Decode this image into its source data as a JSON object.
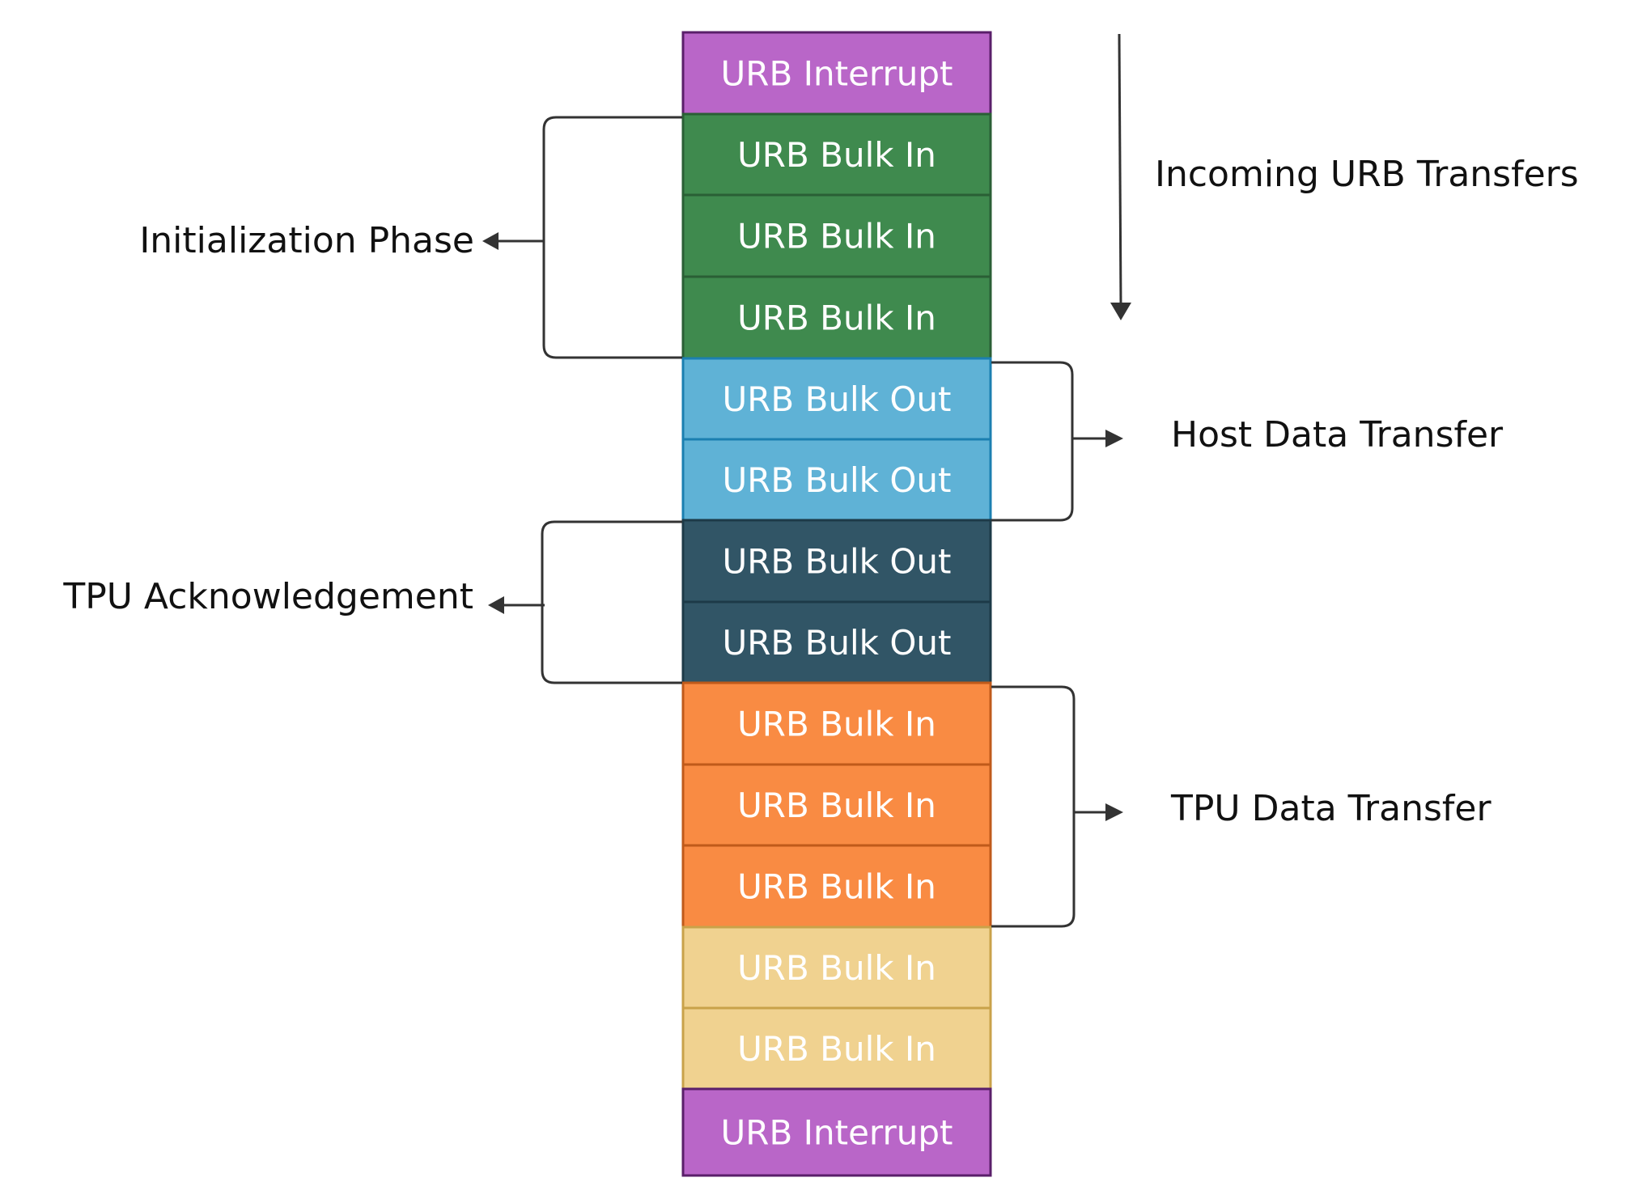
{
  "stack": {
    "blocks": [
      {
        "label": "URB Interrupt",
        "fill": "#b966c8",
        "stroke": "#5a1f6a"
      },
      {
        "label": "URB Bulk In",
        "fill": "#3f8a4e",
        "stroke": "#2a5f35"
      },
      {
        "label": "URB Bulk In",
        "fill": "#3f8a4e",
        "stroke": "#2a5f35"
      },
      {
        "label": "URB Bulk In",
        "fill": "#3f8a4e",
        "stroke": "#2a5f35"
      },
      {
        "label": "URB Bulk Out",
        "fill": "#5fb2d6",
        "stroke": "#1b7fb0"
      },
      {
        "label": "URB Bulk Out",
        "fill": "#5fb2d6",
        "stroke": "#1b7fb0"
      },
      {
        "label": "URB Bulk Out",
        "fill": "#315566",
        "stroke": "#1d3a48"
      },
      {
        "label": "URB Bulk Out",
        "fill": "#315566",
        "stroke": "#1d3a48"
      },
      {
        "label": "URB Bulk In",
        "fill": "#f98b43",
        "stroke": "#c05a1a"
      },
      {
        "label": "URB Bulk In",
        "fill": "#f98b43",
        "stroke": "#c05a1a"
      },
      {
        "label": "URB Bulk In",
        "fill": "#f98b43",
        "stroke": "#c05a1a"
      },
      {
        "label": "URB Bulk In",
        "fill": "#f0d290",
        "stroke": "#c9a24a"
      },
      {
        "label": "URB Bulk In",
        "fill": "#f0d290",
        "stroke": "#c9a24a"
      },
      {
        "label": "URB Interrupt",
        "fill": "#b966c8",
        "stroke": "#5a1f6a"
      }
    ]
  },
  "annotations": {
    "incoming": "Incoming URB Transfers",
    "initialization": "Initialization Phase",
    "host_transfer": "Host Data Transfer",
    "tpu_ack": "TPU Acknowledgement",
    "tpu_transfer": "TPU Data Transfer"
  },
  "colors": {
    "connector": "#333333",
    "annotation_text": "#111111",
    "block_text": "#ffffff"
  }
}
